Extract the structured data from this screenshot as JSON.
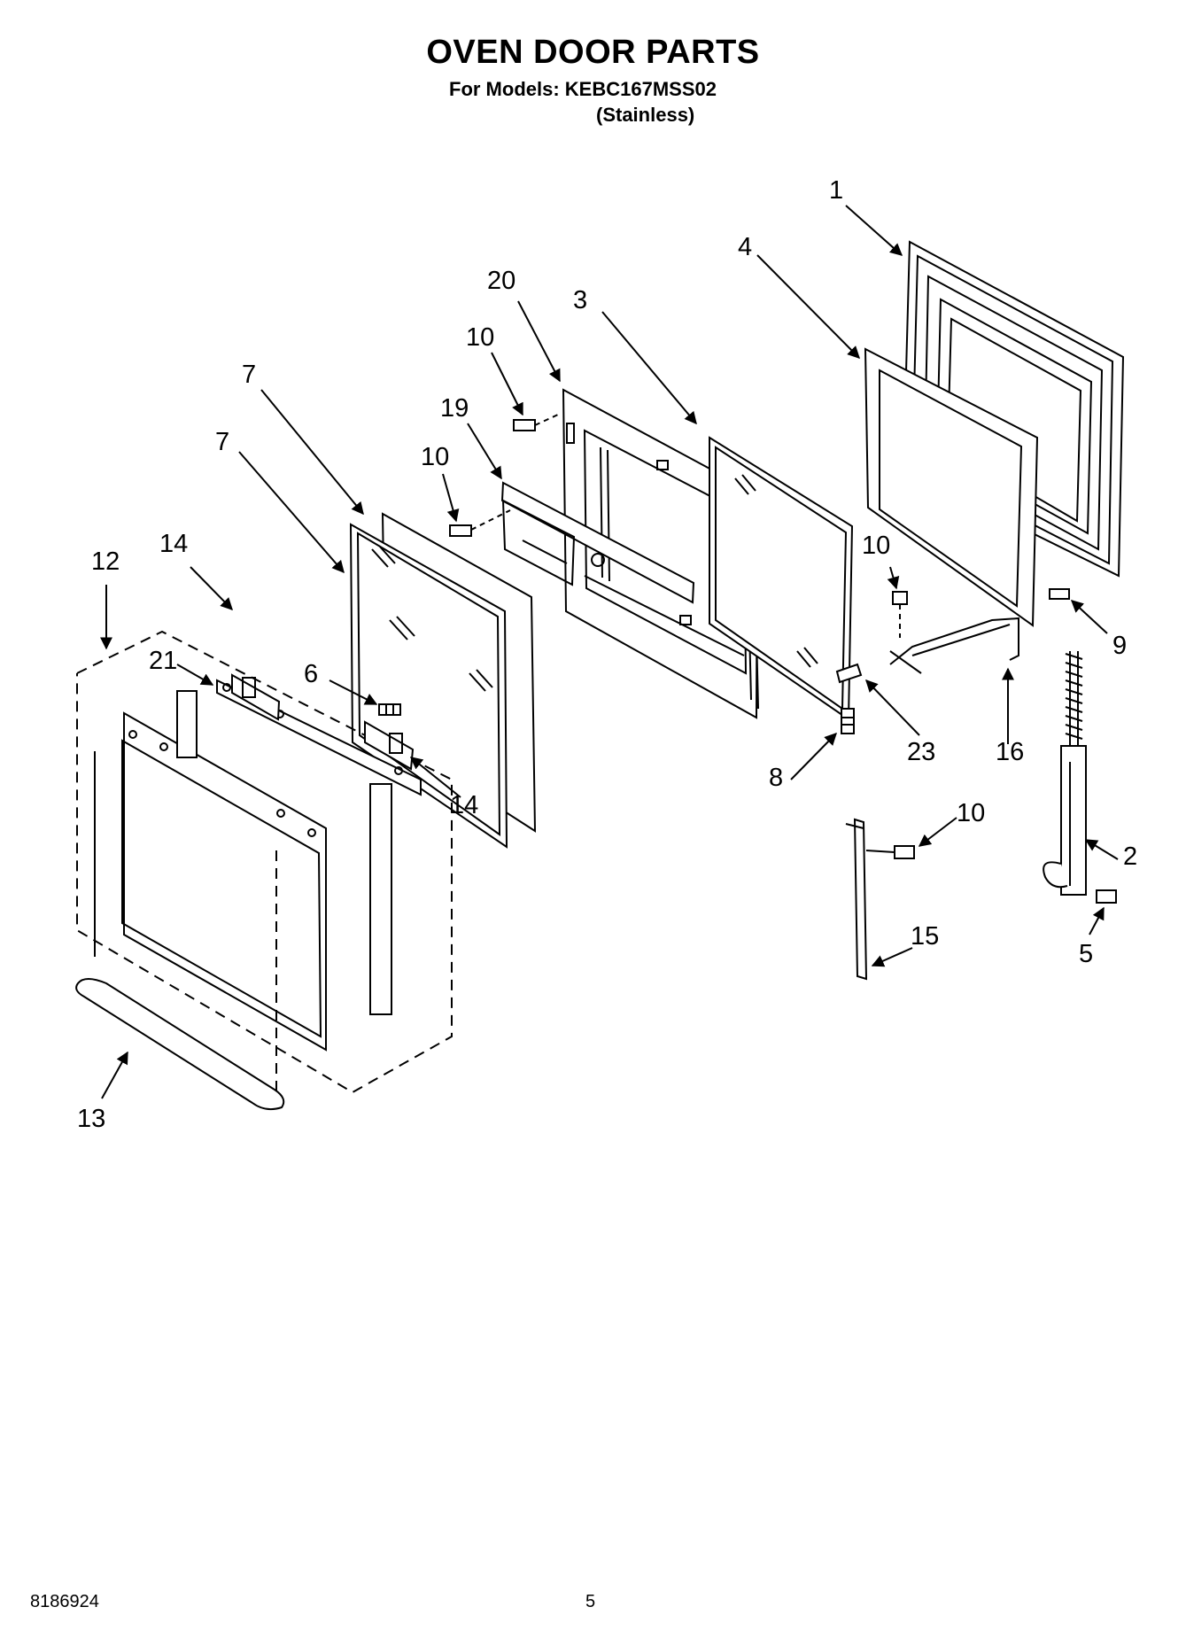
{
  "header": {
    "title": "OVEN DOOR PARTS",
    "models_line": "For Models: KEBC167MSS02",
    "variant": "(Stainless)"
  },
  "footer": {
    "doc_number": "8186924",
    "page_number": "5"
  },
  "callouts": [
    {
      "id": "c1",
      "label": "1"
    },
    {
      "id": "c4",
      "label": "4"
    },
    {
      "id": "c20",
      "label": "20"
    },
    {
      "id": "c3",
      "label": "3"
    },
    {
      "id": "c10a",
      "label": "10"
    },
    {
      "id": "c19",
      "label": "19"
    },
    {
      "id": "c7a",
      "label": "7"
    },
    {
      "id": "c7b",
      "label": "7"
    },
    {
      "id": "c10b",
      "label": "10"
    },
    {
      "id": "c12",
      "label": "12"
    },
    {
      "id": "c14a",
      "label": "14"
    },
    {
      "id": "c21",
      "label": "21"
    },
    {
      "id": "c6",
      "label": "6"
    },
    {
      "id": "c14b",
      "label": "14"
    },
    {
      "id": "c10c",
      "label": "10"
    },
    {
      "id": "c9",
      "label": "9"
    },
    {
      "id": "c23",
      "label": "23"
    },
    {
      "id": "c16",
      "label": "16"
    },
    {
      "id": "c8",
      "label": "8"
    },
    {
      "id": "c10d",
      "label": "10"
    },
    {
      "id": "c2",
      "label": "2"
    },
    {
      "id": "c15",
      "label": "15"
    },
    {
      "id": "c5",
      "label": "5"
    },
    {
      "id": "c13",
      "label": "13"
    }
  ]
}
